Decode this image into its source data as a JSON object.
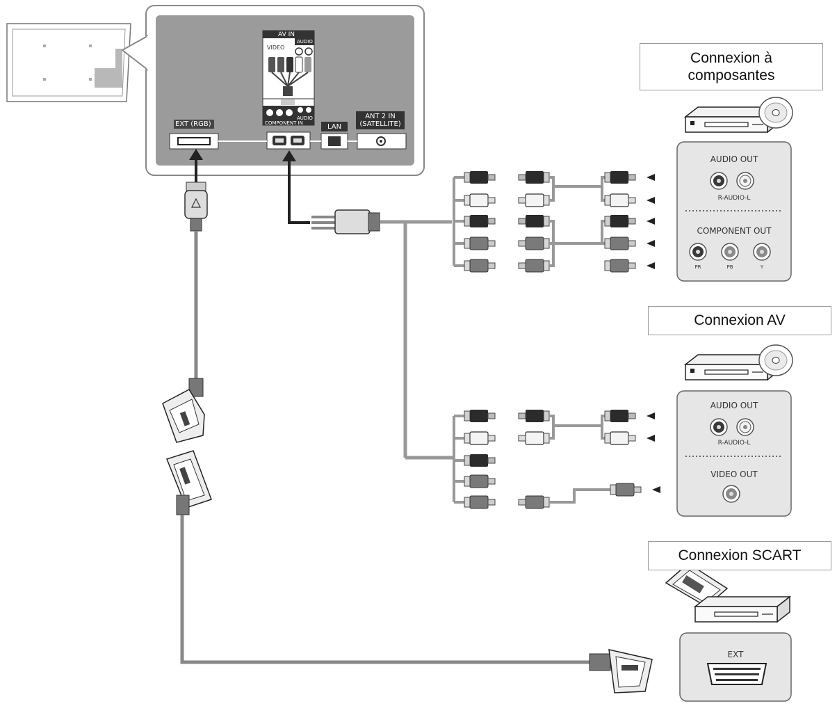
{
  "tv_panel": {
    "av_in": "AV IN",
    "video": "VIDEO",
    "audio": "AUDIO",
    "audio2": "AUDIO",
    "component_in": "COMPONENT IN",
    "ext_rgb": "EXT (RGB)",
    "lan": "LAN",
    "ant2_line1": "ANT 2 IN",
    "ant2_line2": "(SATELLITE)"
  },
  "sections": {
    "component": {
      "title_line1": "Connexion à",
      "title_line2": "composantes",
      "audio_out": "AUDIO OUT",
      "r_audio_l": "R-AUDIO-L",
      "component_out": "COMPONENT OUT",
      "pr": "PR",
      "pb": "PB",
      "y": "Y"
    },
    "av": {
      "title": "Connexion AV",
      "audio_out": "AUDIO OUT",
      "r_audio_l": "R-AUDIO-L",
      "video_out": "VIDEO OUT"
    },
    "scart": {
      "title": "Connexion SCART",
      "ext": "EXT"
    }
  },
  "colors": {
    "panel_gray": "#9b9b9b",
    "cable_gray": "#8e8e8e",
    "box_gray": "#e6e6e6",
    "dark": "#2b2b2b"
  }
}
